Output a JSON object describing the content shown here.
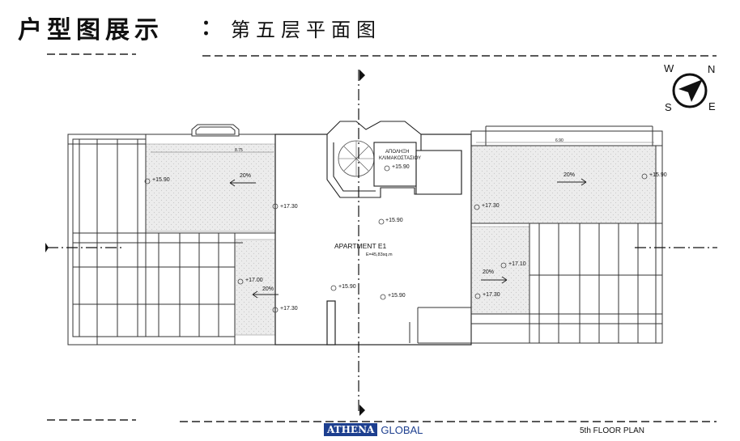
{
  "header": {
    "title": "户型图展示",
    "separator": "：",
    "subtitle": "第五层平面图"
  },
  "compass": {
    "w": "W",
    "n": "N",
    "s": "S",
    "e": "E"
  },
  "plan": {
    "apartment_name": "APARTMENT E1",
    "apartment_area": "E=45,83sq.m",
    "storage_label_1": "ΑΠΟΛΗΞΗ",
    "storage_label_2": "ΚΛΙΜΑΚΟΣΤΑΣΙΟΥ",
    "slope": "20%",
    "dim_left": "8.75",
    "dim_right": "6.90",
    "levels": [
      "+15.90",
      "+17.30",
      "+17.00",
      "+17.10"
    ]
  },
  "footer": {
    "brand_box": "ATHENA",
    "brand_word": "GLOBAL",
    "caption": "5th FLOOR PLAN"
  }
}
